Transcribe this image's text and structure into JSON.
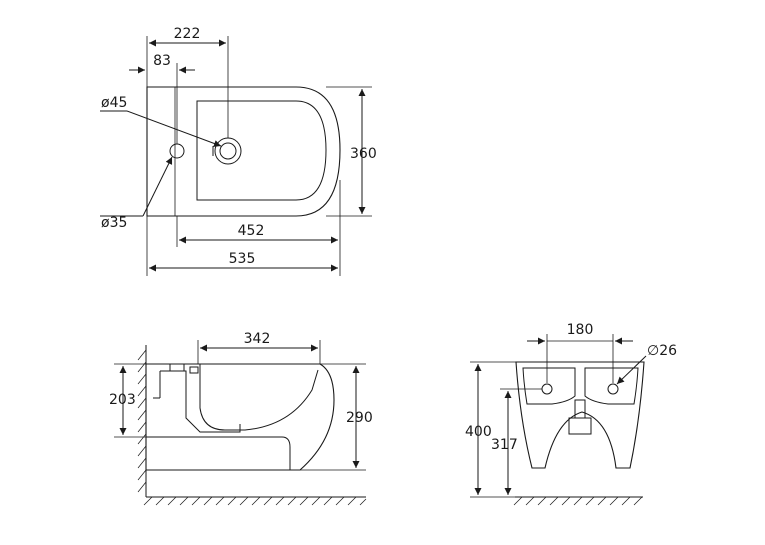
{
  "top_view": {
    "dims": {
      "offset_222": "222",
      "offset_83": "83",
      "hole_45": "ø45",
      "hole_35": "ø35",
      "height_360": "360",
      "length_452": "452",
      "length_535": "535"
    }
  },
  "side_view": {
    "dims": {
      "width_342": "342",
      "height_203": "203",
      "height_290": "290"
    }
  },
  "front_view": {
    "dims": {
      "spacing_180": "180",
      "hole_26": "∅26",
      "height_400": "400",
      "height_317": "317"
    }
  }
}
